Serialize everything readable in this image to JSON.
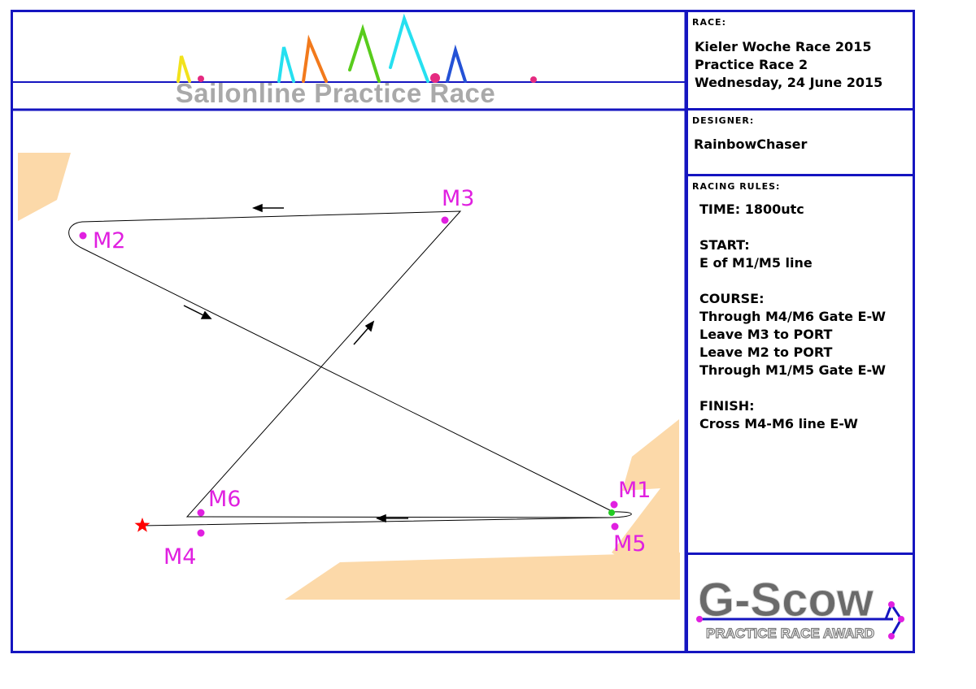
{
  "header": {
    "title": "Sailonline Practice Race"
  },
  "race": {
    "label": "RACE:",
    "lines": [
      "Kieler Woche Race 2015",
      "Practice Race 2",
      "Wednesday, 24 June 2015"
    ]
  },
  "designer": {
    "label": "DESIGNER:",
    "name": "RainbowChaser"
  },
  "racing_rules": {
    "label": "RACING RULES:",
    "time": "TIME: 1800utc",
    "start_head": "START:",
    "start": "E of M1/M5 line",
    "course_head": "COURSE:",
    "course": [
      "Through M4/M6 Gate E-W",
      "Leave M3 to PORT",
      "Leave M2 to PORT",
      "Through M1/M5 Gate E-W"
    ],
    "finish_head": "FINISH:",
    "finish": "Cross M4-M6 line E-W"
  },
  "award": {
    "logo_text": "G-Scow",
    "subtitle": "PRACTICE RACE AWARD"
  },
  "marks": {
    "m1": "M1",
    "m2": "M2",
    "m3": "M3",
    "m4": "M4",
    "m5": "M5",
    "m6": "M6"
  },
  "colors": {
    "frame": "#1515c0",
    "land": "#fcd9a9",
    "mark": "#e020e0",
    "start": "#22cc22",
    "finish": "#ff0000",
    "title": "#a9a9a9"
  }
}
